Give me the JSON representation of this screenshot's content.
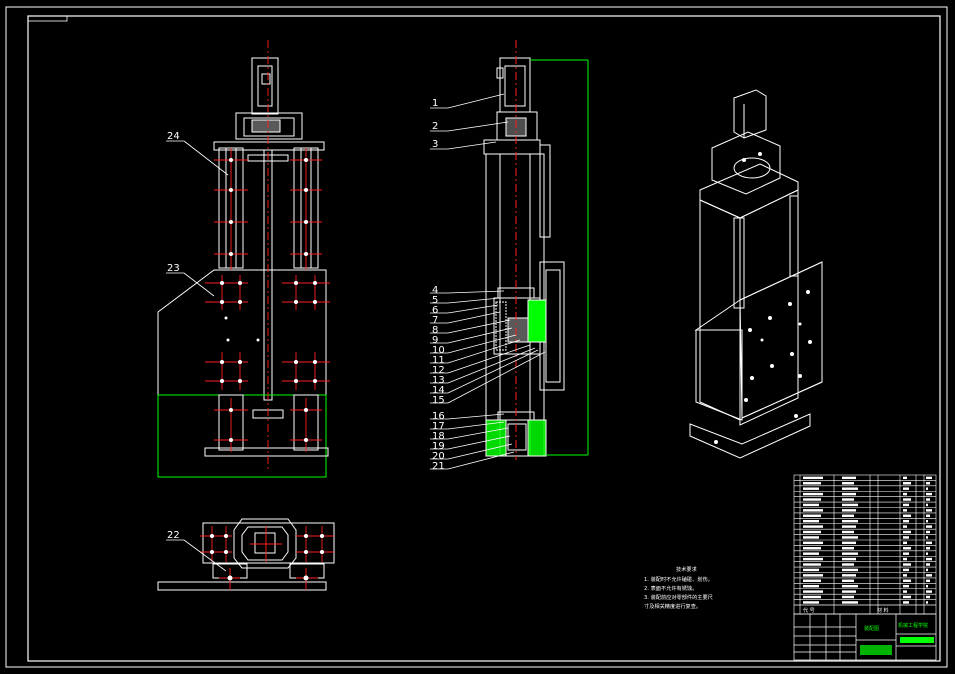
{
  "part_callouts_side": [
    "1",
    "2",
    "3",
    "4",
    "5",
    "6",
    "7",
    "8",
    "9",
    "10",
    "11",
    "12",
    "13",
    "14",
    "15",
    "16",
    "17",
    "18",
    "19",
    "20",
    "21"
  ],
  "part_callouts_front": [
    "24",
    "23",
    "22"
  ],
  "tech_requirements": {
    "title": "技术要求",
    "lines": [
      "1. 装配时不允许磕碰、划伤。",
      "2. 表面不允许有锈蚀。",
      "3. 装配前应对零部件的主要尺",
      "寸及相关精度进行复查。"
    ]
  },
  "title_block": {
    "drawing_name": "装配图",
    "label_code": "代 号",
    "label_material": "材 料",
    "institution": "机械工程学院"
  },
  "colors": {
    "background": "#000000",
    "line": "#ffffff",
    "centerline": "#ff2020",
    "hatch": "#00ff00"
  }
}
